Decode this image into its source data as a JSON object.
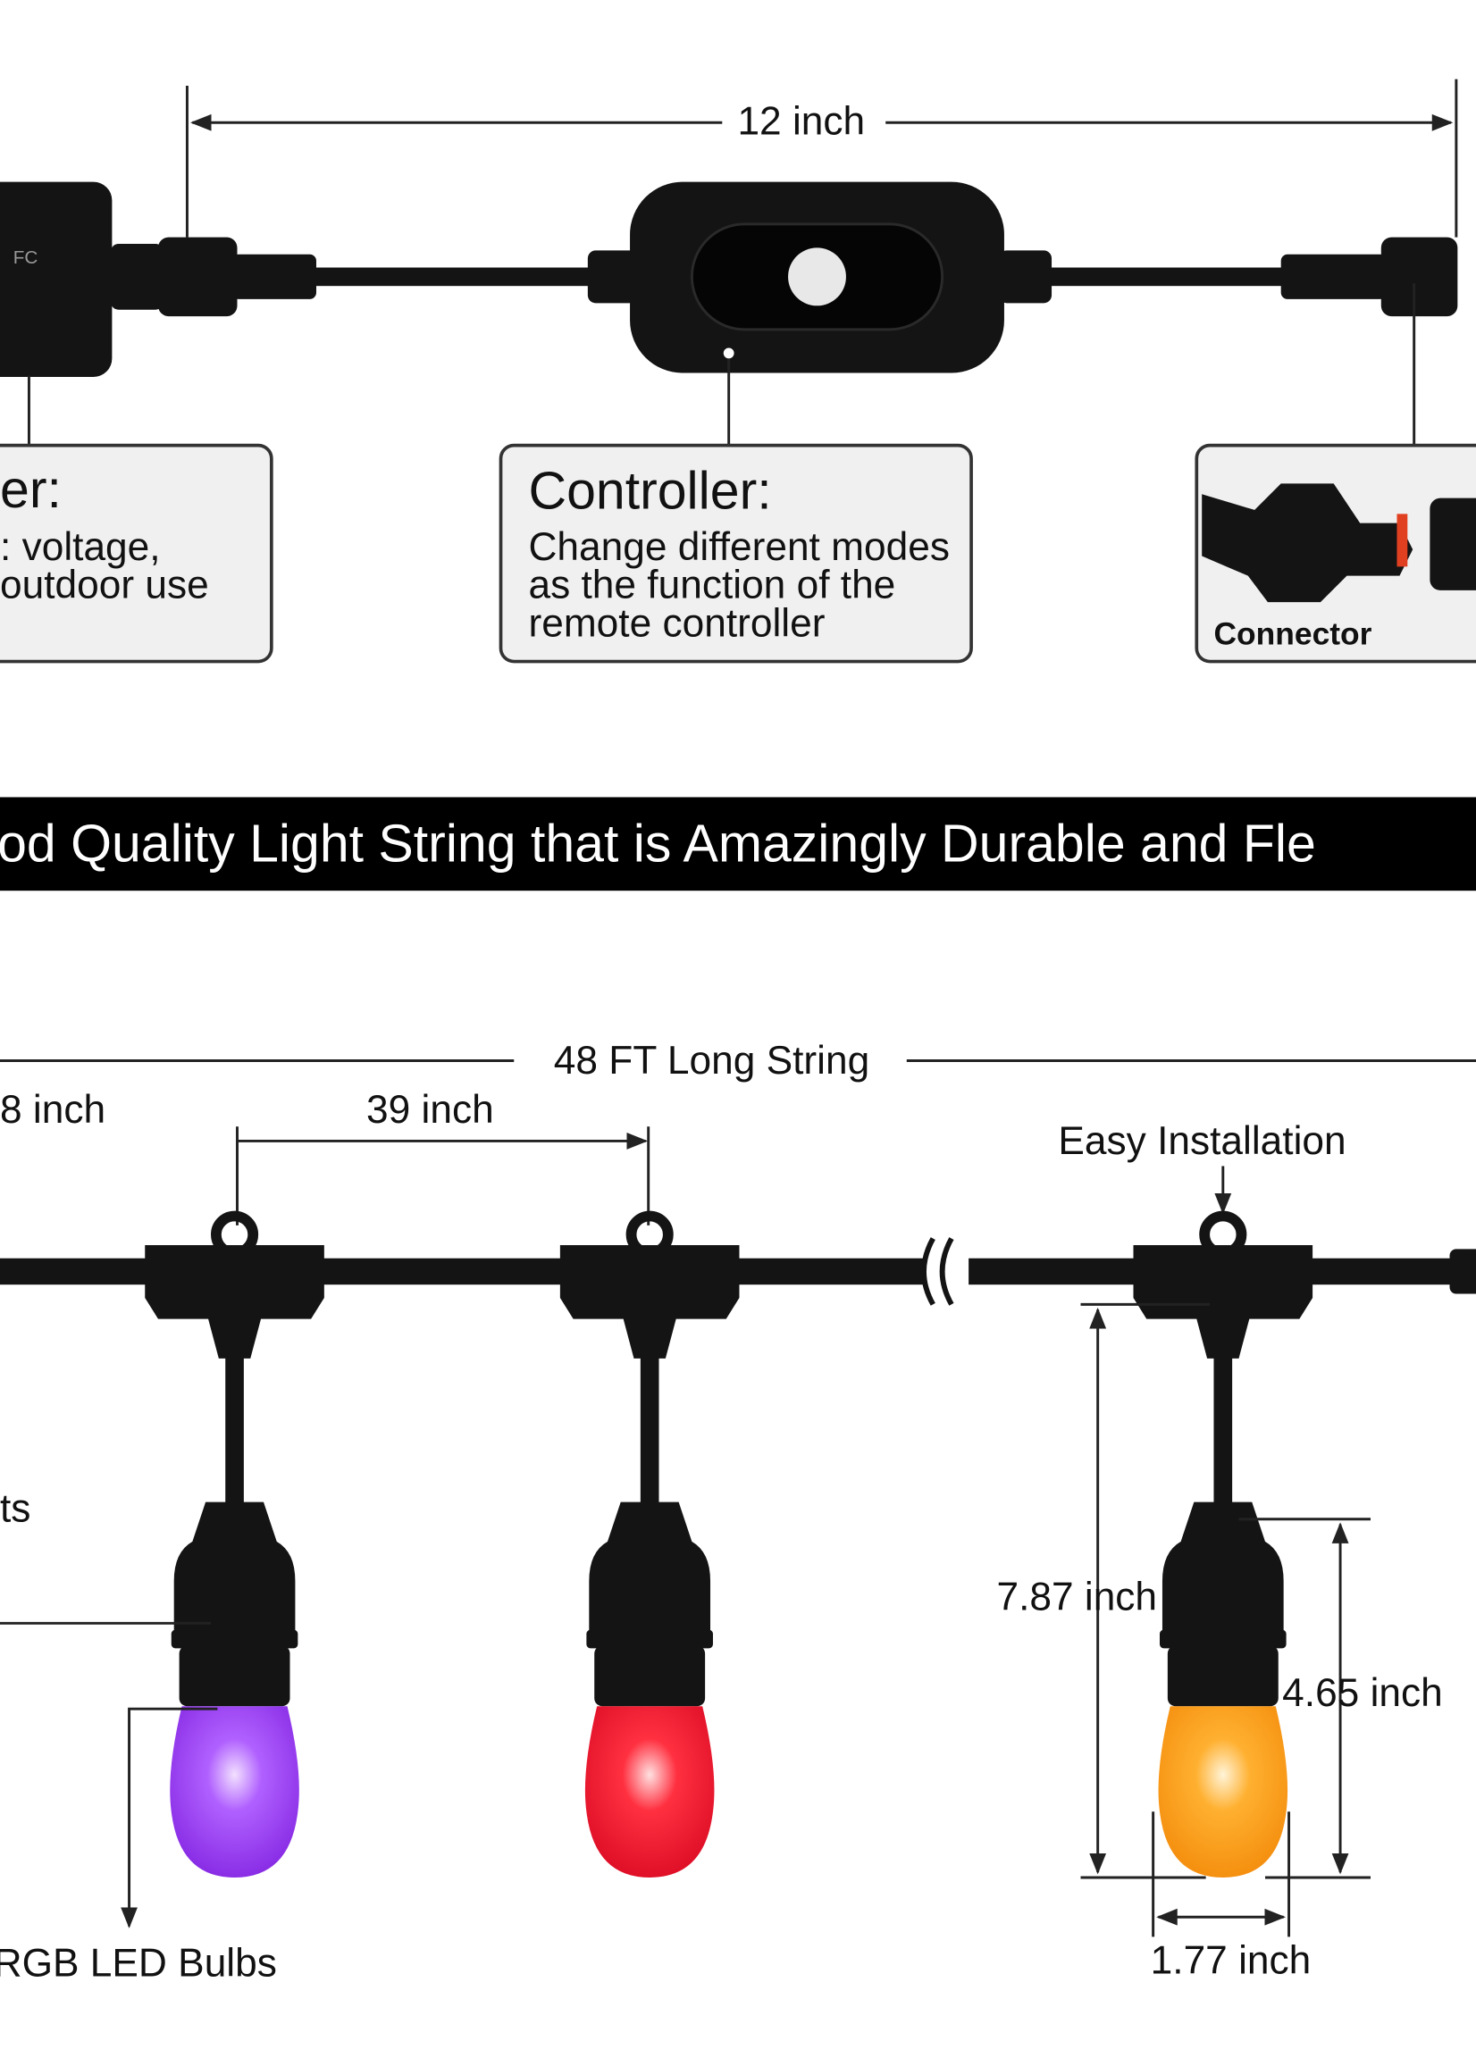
{
  "top": {
    "cable_length": "12 inch",
    "adapter_box": {
      "title": "er:",
      "lines": [
        ": voltage,",
        "outdoor use"
      ]
    },
    "controller_box": {
      "title": "Controller:",
      "lines": [
        "Change different modes",
        "as the function of the",
        "remote controller"
      ]
    },
    "connector_box": {
      "label": "Connector"
    }
  },
  "banner": {
    "text": "od Quality Light String that is Amazingly Durable and Fle"
  },
  "bottom": {
    "string_length": "48 FT Long String",
    "spacing_left": "8 inch",
    "spacing": "39 inch",
    "easy_install": "Easy Installation",
    "sockets_label": "ts",
    "bulbs_label": "RGB LED Bulbs",
    "drop_height": "7.87 inch",
    "bulb_height": "4.65 inch",
    "bulb_width": "1.77 inch"
  },
  "colors": {
    "bulb_purple": "#9b3cf0",
    "bulb_red": "#f0203a",
    "bulb_amber": "#ffa020",
    "banner": "#000000"
  }
}
